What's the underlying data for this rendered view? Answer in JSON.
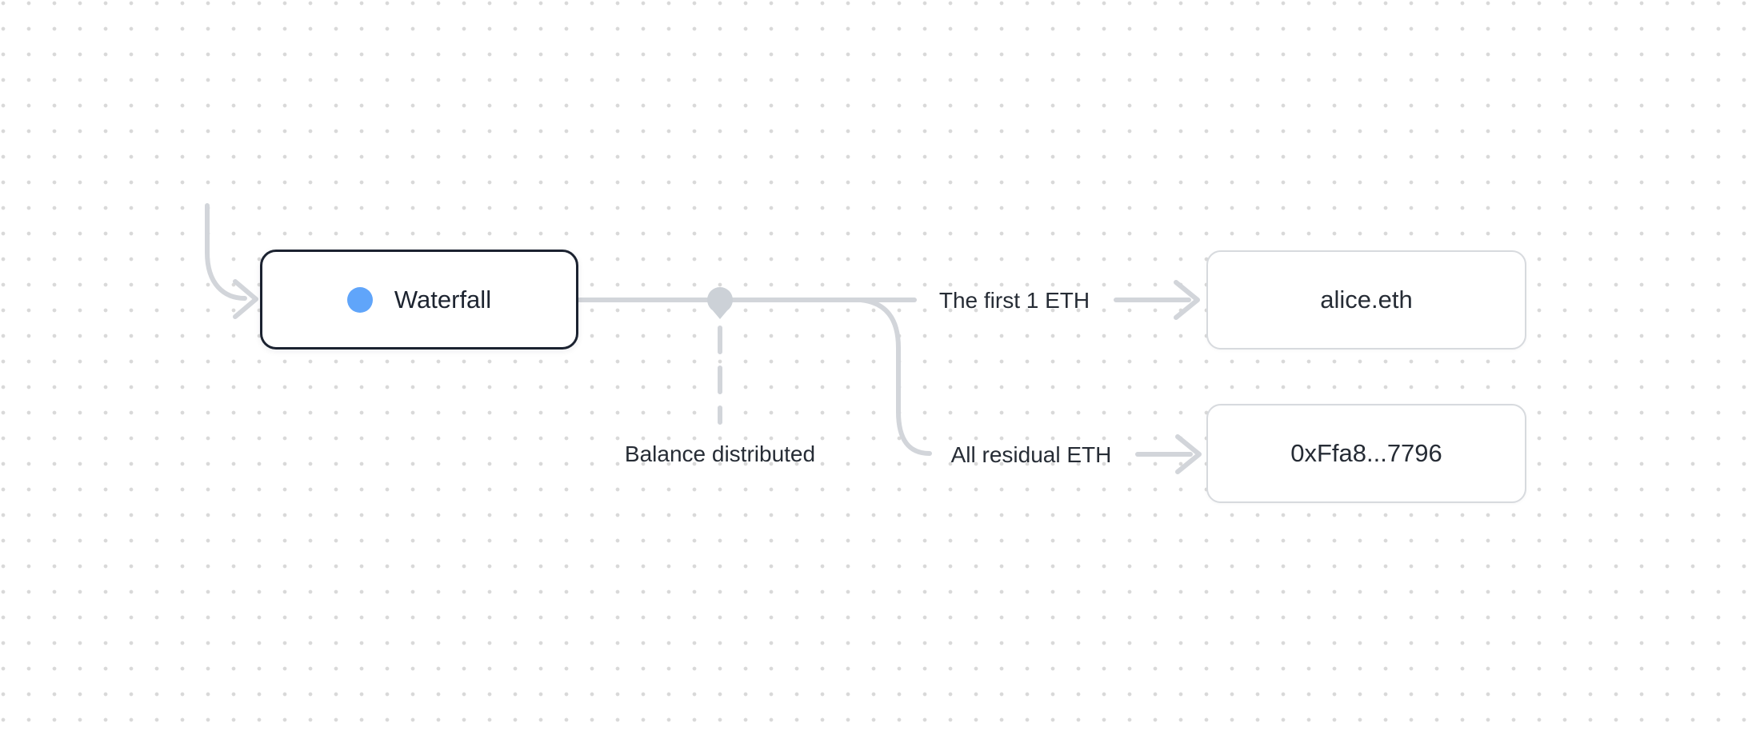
{
  "diagram": {
    "waterfall_node": {
      "label": "Waterfall"
    },
    "recipients": [
      {
        "label": "alice.eth"
      },
      {
        "label": "0xFfa8...7796"
      }
    ],
    "edge_labels": {
      "first_tranche": "The first 1 ETH",
      "residual": "All residual ETH",
      "status": "Balance distributed"
    }
  },
  "colors": {
    "accent": "#60a5fa",
    "connector": "#d2d5da",
    "junction": "#ccd1d7",
    "node-border-dark": "#1b2230",
    "node-border-light": "#d7dade",
    "text": "#262c35",
    "canvas-bg": "#ffffff",
    "grid-dot": "#d9d9d9"
  }
}
